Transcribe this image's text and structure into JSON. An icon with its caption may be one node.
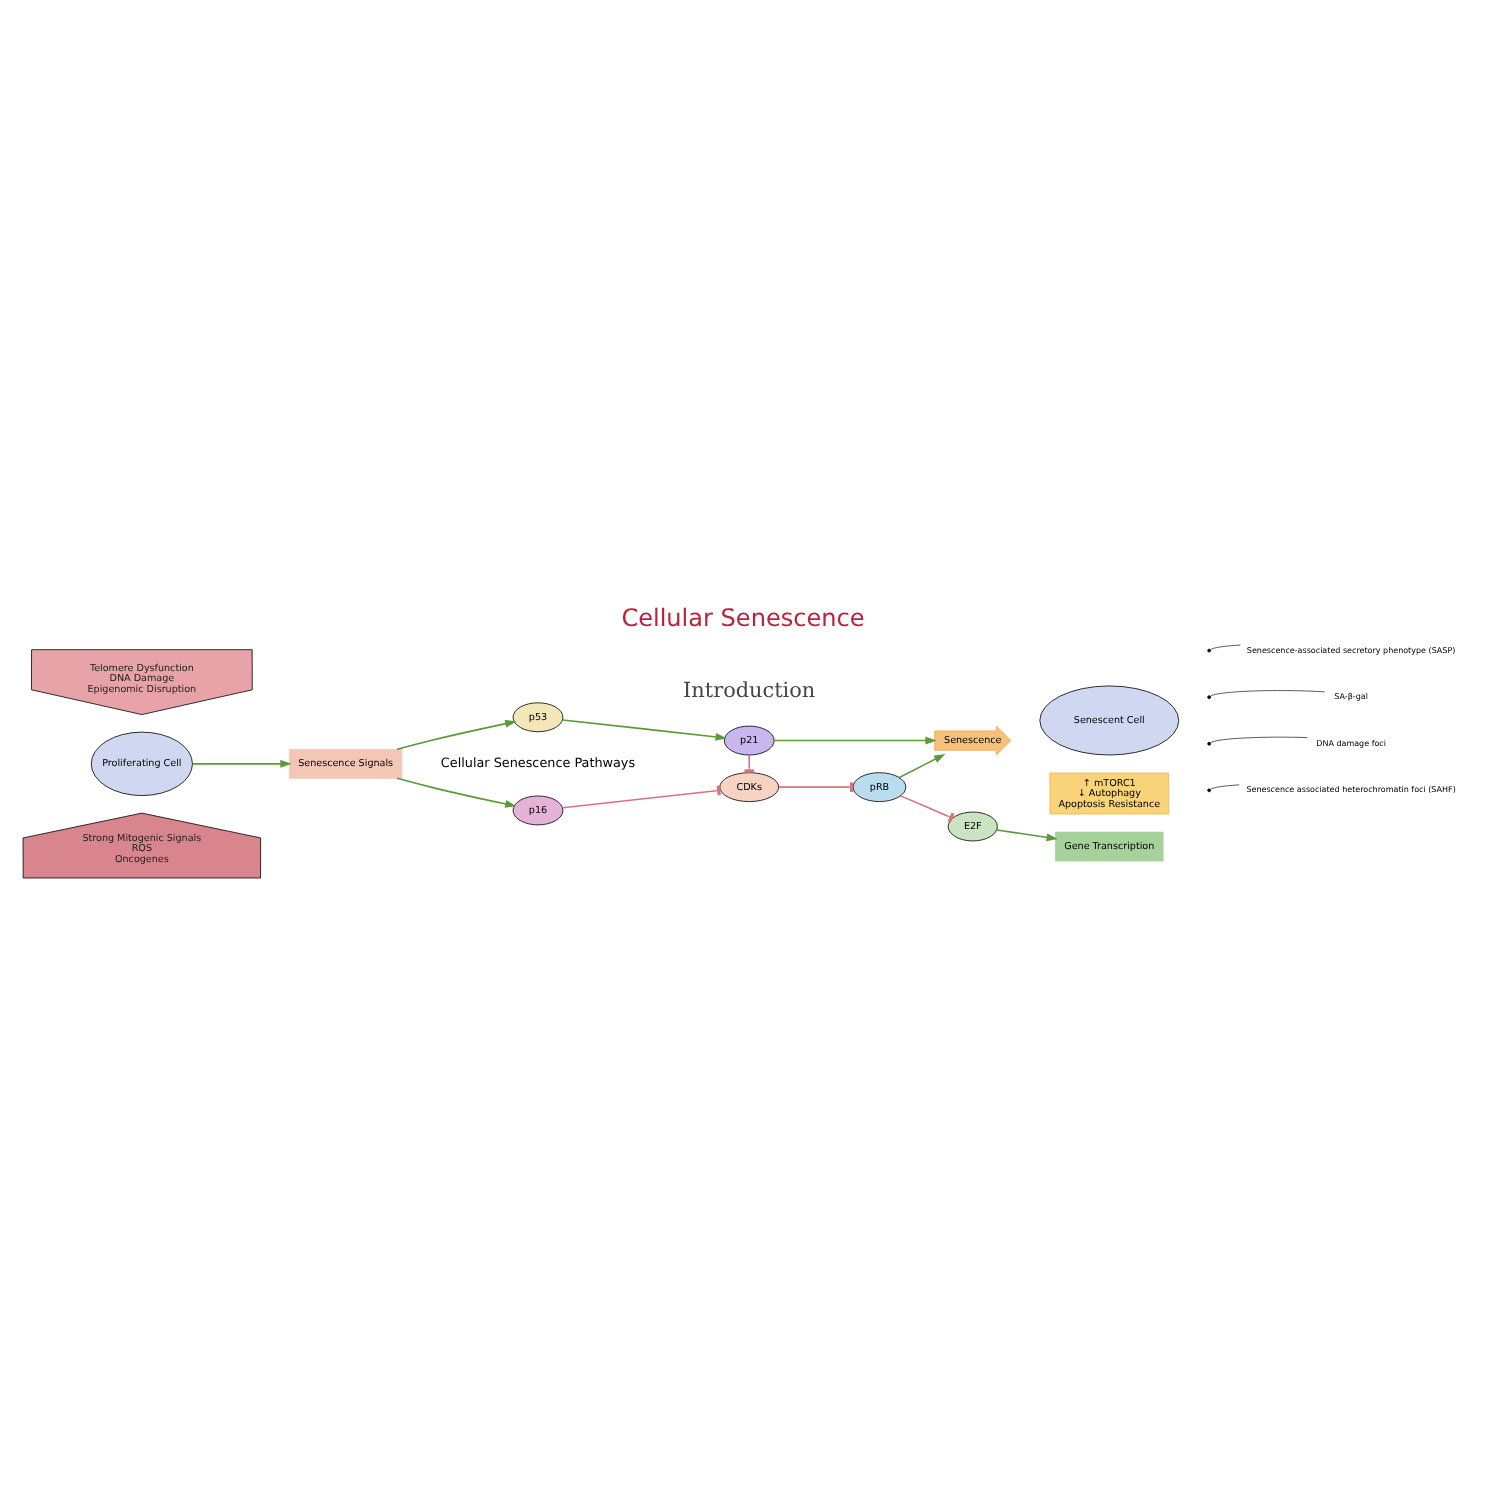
{
  "diagram": {
    "title": "Cellular Senescence",
    "caption": "Introduction",
    "nodes": [
      {
        "text": [
          "Telomere Dysfunction",
          "DNA Damage",
          "Epigenomic Disruption"
        ]
      },
      {
        "text": [
          "Proliferating Cell"
        ]
      },
      {
        "text": [
          "Senescence Signals"
        ]
      },
      {
        "text": [
          "p16"
        ]
      },
      {
        "text": [
          "CDKs"
        ]
      },
      {
        "text": [
          "pRB"
        ]
      },
      {
        "text": [
          "E2F"
        ]
      },
      {
        "text": [
          "Gene Transcription"
        ]
      },
      {
        "text": [
          "p53"
        ]
      },
      {
        "text": [
          "p21"
        ]
      },
      {
        "text": [
          "Senescence"
        ]
      },
      {
        "text": [
          "Senescent Cell"
        ]
      },
      {
        "text": [
          "Strong Mitogenic Signals",
          "ROS",
          "Oncogenes"
        ]
      },
      {
        "text": [
          "↑ mTORC1",
          "↓ Autophagy",
          "Apoptosis Resistance"
        ]
      },
      {
        "text": [
          "Senescence-associated secretory phenotype (SASP)"
        ]
      },
      {
        "text": [
          "SA-β-gal"
        ]
      },
      {
        "text": [
          "DNA damage foci"
        ]
      },
      {
        "text": [
          "Senescence associated heterochromatin foci (SAHF)"
        ]
      }
    ],
    "edges": [
      {
        "from": 1,
        "to": 2,
        "arrow": "to"
      },
      {
        "from": 2,
        "to": 3,
        "arrow": "to"
      },
      {
        "from": 2,
        "to": 8,
        "arrow": "to"
      },
      {
        "from": 3,
        "to": 4,
        "arrow": "other",
        "color": "#d9727f"
      },
      {
        "from": 4,
        "to": 5,
        "arrow": "other",
        "color": "#d9727f"
      },
      {
        "from": 5,
        "to": 6,
        "arrow": "other",
        "color": "#d9727f"
      },
      {
        "from": 9,
        "to": 4,
        "arrow": "other",
        "color": "#d9727f"
      },
      {
        "from": 8,
        "to": 9,
        "arrow": "to"
      },
      {
        "from": 6,
        "to": 7,
        "arrow": "to"
      },
      {
        "from": 5,
        "to": 10,
        "arrow": "to"
      },
      {
        "from": 9,
        "to": 10,
        "arrow": "to"
      },
      {
        "from": 14,
        "to": null,
        "arrow": "none",
        "color": "#333333"
      },
      {
        "from": 15,
        "to": null,
        "arrow": "none",
        "color": "#333333"
      },
      {
        "from": 16,
        "to": null,
        "arrow": "none",
        "color": "#333333"
      },
      {
        "from": 17,
        "to": null,
        "arrow": "none",
        "color": "#333333"
      }
    ],
    "labels": [
      "Cellular Senescence Pathways"
    ]
  }
}
